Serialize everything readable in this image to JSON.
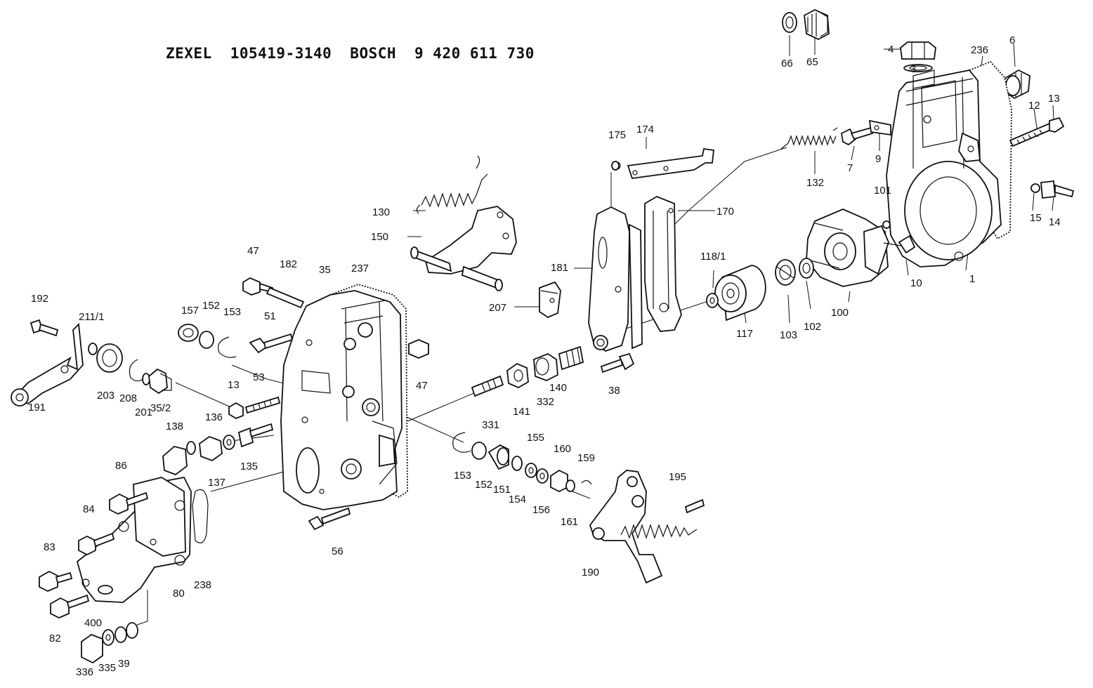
{
  "header": {
    "maker1": "ZEXEL",
    "number1": "105419-3140",
    "maker2": "BOSCH",
    "number2": "9 420 611 730"
  },
  "colors": {
    "ink": "#111111",
    "paper": "#ffffff"
  },
  "callouts": [
    "66",
    "65",
    "4",
    "3",
    "236",
    "6",
    "13",
    "12",
    "175",
    "174",
    "7",
    "9",
    "132",
    "15",
    "14",
    "130",
    "150",
    "170",
    "181",
    "101",
    "10",
    "1",
    "118/1",
    "47",
    "182",
    "35",
    "237",
    "207",
    "192",
    "211/1",
    "157",
    "152",
    "153",
    "51",
    "100",
    "102",
    "103",
    "117",
    "47",
    "38",
    "140",
    "332",
    "141",
    "331",
    "53",
    "13",
    "203",
    "208",
    "201",
    "35/2",
    "191",
    "138",
    "136",
    "135",
    "137",
    "153",
    "152",
    "151",
    "154",
    "155",
    "156",
    "160",
    "161",
    "159",
    "195",
    "190",
    "86",
    "84",
    "83",
    "82",
    "400",
    "80",
    "238",
    "56",
    "336",
    "335",
    "39"
  ]
}
